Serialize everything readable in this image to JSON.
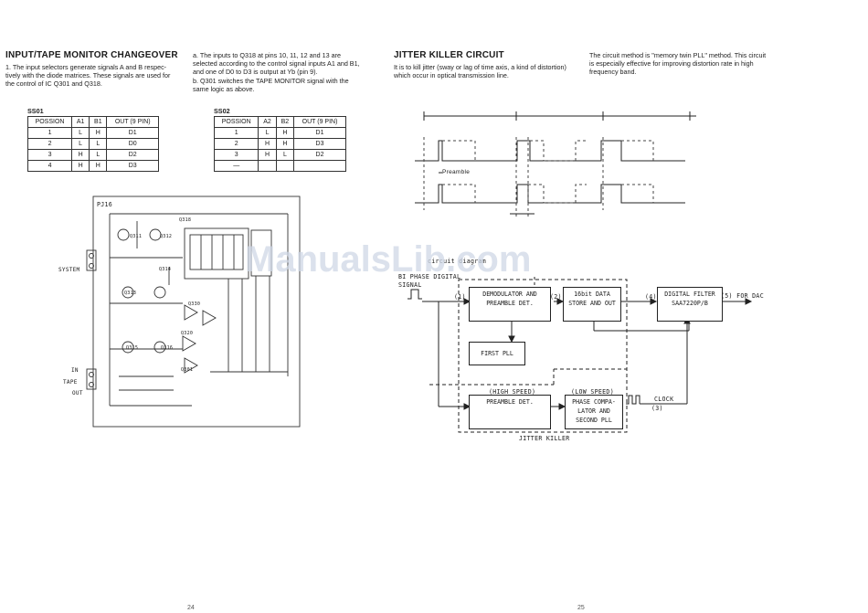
{
  "left": {
    "title": "INPUT/TAPE MONITOR CHANGEOVER",
    "item1": "1. The input selectors generate signals A and B respec- tively with the diode matrices. These signals are used for the control of IC Q301 and Q318.",
    "item_a": "a. The inputs to Q318 at pins 10, 11, 12 and 13 are selected according to the control signal inputs A1 and B1, and one of D0 to D3 is output at Yb (pin 9).",
    "item_b": "b. Q301 switches the TAPE MONITOR signal with the same logic as above.",
    "ss01": {
      "label": "SS01",
      "headers": [
        "POSSION",
        "A1",
        "B1",
        "OUT (9 PIN)"
      ],
      "rows": [
        [
          "1",
          "L",
          "H",
          "D1"
        ],
        [
          "2",
          "L",
          "L",
          "D0"
        ],
        [
          "3",
          "H",
          "L",
          "D2"
        ],
        [
          "4",
          "H",
          "H",
          "D3"
        ]
      ]
    },
    "ss02": {
      "label": "SS02",
      "headers": [
        "POSSION",
        "A2",
        "B2",
        "OUT (9 PIN)"
      ],
      "rows": [
        [
          "1",
          "L",
          "H",
          "D1"
        ],
        [
          "2",
          "H",
          "H",
          "D3"
        ],
        [
          "3",
          "H",
          "L",
          "D2"
        ],
        [
          "—",
          "",
          "",
          ""
        ]
      ]
    },
    "schematic": {
      "label": "PJ16",
      "system": "SYSTEM",
      "tape": "TAPE",
      "in": "IN",
      "out": "OUT",
      "parts": [
        "Q318",
        "Q311",
        "Q312",
        "Q313",
        "Q314",
        "Q315",
        "Q316",
        "Q330",
        "Q320",
        "Q301"
      ]
    }
  },
  "right": {
    "title": "JITTER KILLER CIRCUIT",
    "para1": "It is to kill jitter (sway or lag of time axis, a kind of distortion) which occur in optical transmission line.",
    "para2": "The circuit method is \"memory twin PLL\" method. This circuit is especially effective for improving distortion rate in high frequency band.",
    "preamble": "Preamble",
    "diagram_title": "circuit diagram",
    "input_label": "BI PHASE DIGITAL SIGNAL",
    "blocks": {
      "demod": "DEMODULATOR AND PREAMBLE DET.",
      "store": "16bit DATA STORE AND OUT",
      "filter": "DIGITAL FILTER SAA7220P/B",
      "pll1": "FIRST PLL",
      "pre": "PREAMBLE DET.",
      "phase": "PHASE COMPA- LATOR AND SECOND PLL"
    },
    "high_speed": "(HIGH SPEED)",
    "low_speed": "(LOW SPEED)",
    "clock": "CLOCK",
    "output": "(5) FOR DAC",
    "jitter_killer": "JITTER KILLER",
    "n1": "(1)",
    "n2": "(2)",
    "n3": "(3)",
    "n4": "(4)"
  },
  "watermark": "ManualsLib.com",
  "footer": {
    "left": "24",
    "right": "25"
  }
}
